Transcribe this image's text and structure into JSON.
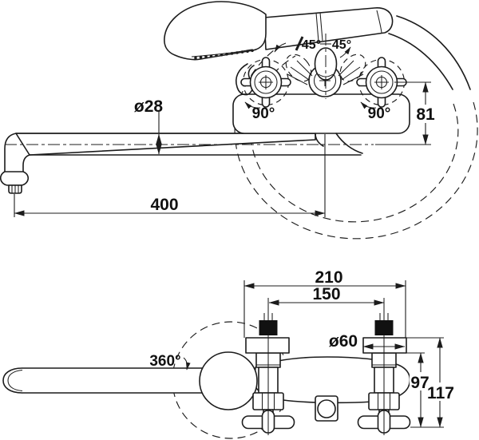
{
  "drawing": {
    "kind": "faucet technical dimension drawing, two orthographic views",
    "colors": {
      "background": "#ffffff",
      "line": "#1c1c1c",
      "solid_fill": "#111111"
    },
    "top_view": {
      "description": "front view: wall-mounted bath mixer with long swivel spout, cross handles, diverter and hand shower on hose",
      "labels": {
        "spout_diameter": "ø28",
        "spout_length": "400",
        "diverter_angle_left": "45°",
        "diverter_angle_right": "45°",
        "handle_angle_left": "90°",
        "handle_angle_right": "90°",
        "center_height": "81"
      }
    },
    "bottom_view": {
      "description": "plan view: body with two wall unions, flanges, cross handles, diverter knob and swivel spout",
      "labels": {
        "overall_width": "210",
        "centers_distance": "150",
        "flange_diameter": "ø60",
        "depth_97": "97",
        "depth_117": "117",
        "swivel_angle": "360°"
      }
    }
  }
}
